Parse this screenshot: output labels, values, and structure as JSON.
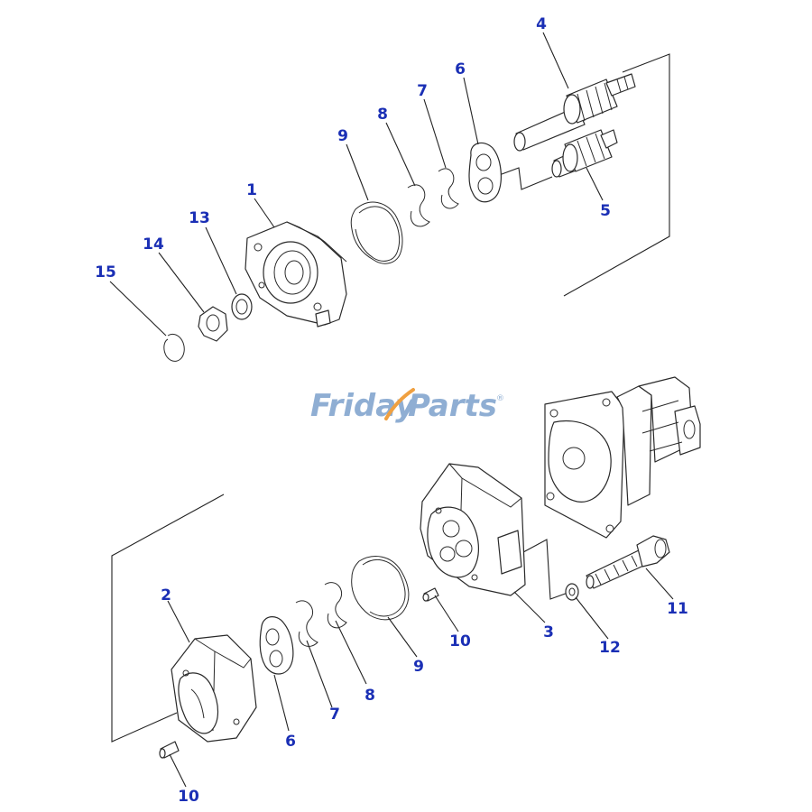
{
  "watermark": {
    "part1": "Friday",
    "part2": "Parts",
    "mark": "®",
    "color": "#8faed3",
    "accent_color": "#f0a040"
  },
  "callout_color": "#1a2fb5",
  "callouts": {
    "top": [
      "4",
      "6",
      "7",
      "8",
      "9",
      "1",
      "5",
      "13",
      "14",
      "15"
    ],
    "bottom": [
      "2",
      "11",
      "10",
      "3",
      "12",
      "9",
      "8",
      "7",
      "6",
      "10"
    ]
  }
}
